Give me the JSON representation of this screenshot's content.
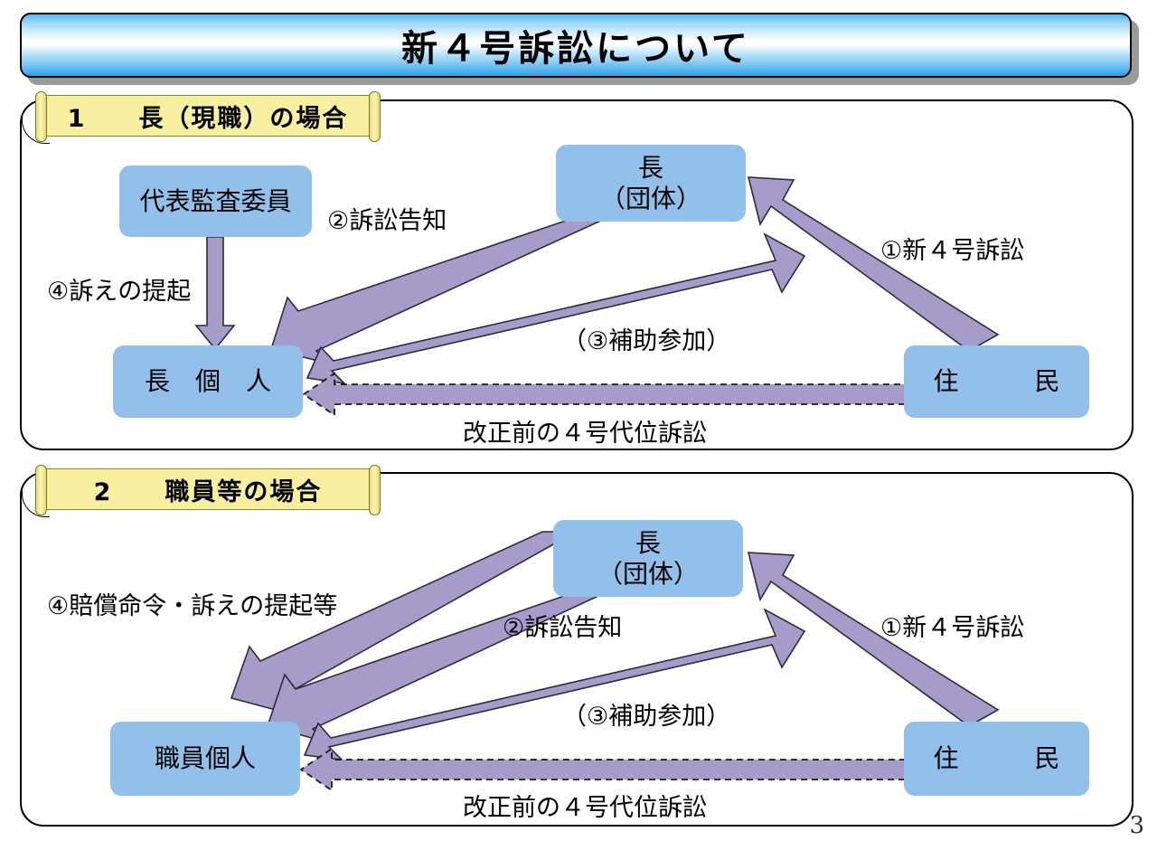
{
  "slide": {
    "title": "新４号訴訟について",
    "page_number": "3",
    "colors": {
      "node_fill": "#92c0ea",
      "arrow_fill": "#a79bc9",
      "ribbon_fill": "#f8f0a0",
      "title_accent": "#4fb3ee"
    }
  },
  "sections": [
    {
      "heading": "1　　長（現職）の場合",
      "nodes": [
        {
          "id": "auditor",
          "label": "代表監査委員"
        },
        {
          "id": "head-org",
          "label_line1": "長",
          "label_line2": "（団体）"
        },
        {
          "id": "head-ind",
          "label": "長　個　人"
        },
        {
          "id": "resident",
          "label": "住　　　民"
        }
      ],
      "labels": [
        {
          "id": "notice",
          "text": "②訴訟告知"
        },
        {
          "id": "filing",
          "text": "④訴えの提起"
        },
        {
          "id": "new-suit",
          "text": "①新４号訴訟"
        },
        {
          "id": "assist",
          "text": "（③補助参加）"
        },
        {
          "id": "old-suit",
          "text": "改正前の４号代位訴訟"
        }
      ]
    },
    {
      "heading": "2　　職員等の場合",
      "nodes": [
        {
          "id": "head-org-2",
          "label_line1": "長",
          "label_line2": "（団体）"
        },
        {
          "id": "staff-ind",
          "label": "職員個人"
        },
        {
          "id": "resident-2",
          "label": "住　　　民"
        }
      ],
      "labels": [
        {
          "id": "order",
          "text": "④賠償命令・訴えの提起等"
        },
        {
          "id": "notice-2",
          "text": "②訴訟告知"
        },
        {
          "id": "new-suit-2",
          "text": "①新４号訴訟"
        },
        {
          "id": "assist-2",
          "text": "（③補助参加）"
        },
        {
          "id": "old-suit-2",
          "text": "改正前の４号代位訴訟"
        }
      ]
    }
  ]
}
